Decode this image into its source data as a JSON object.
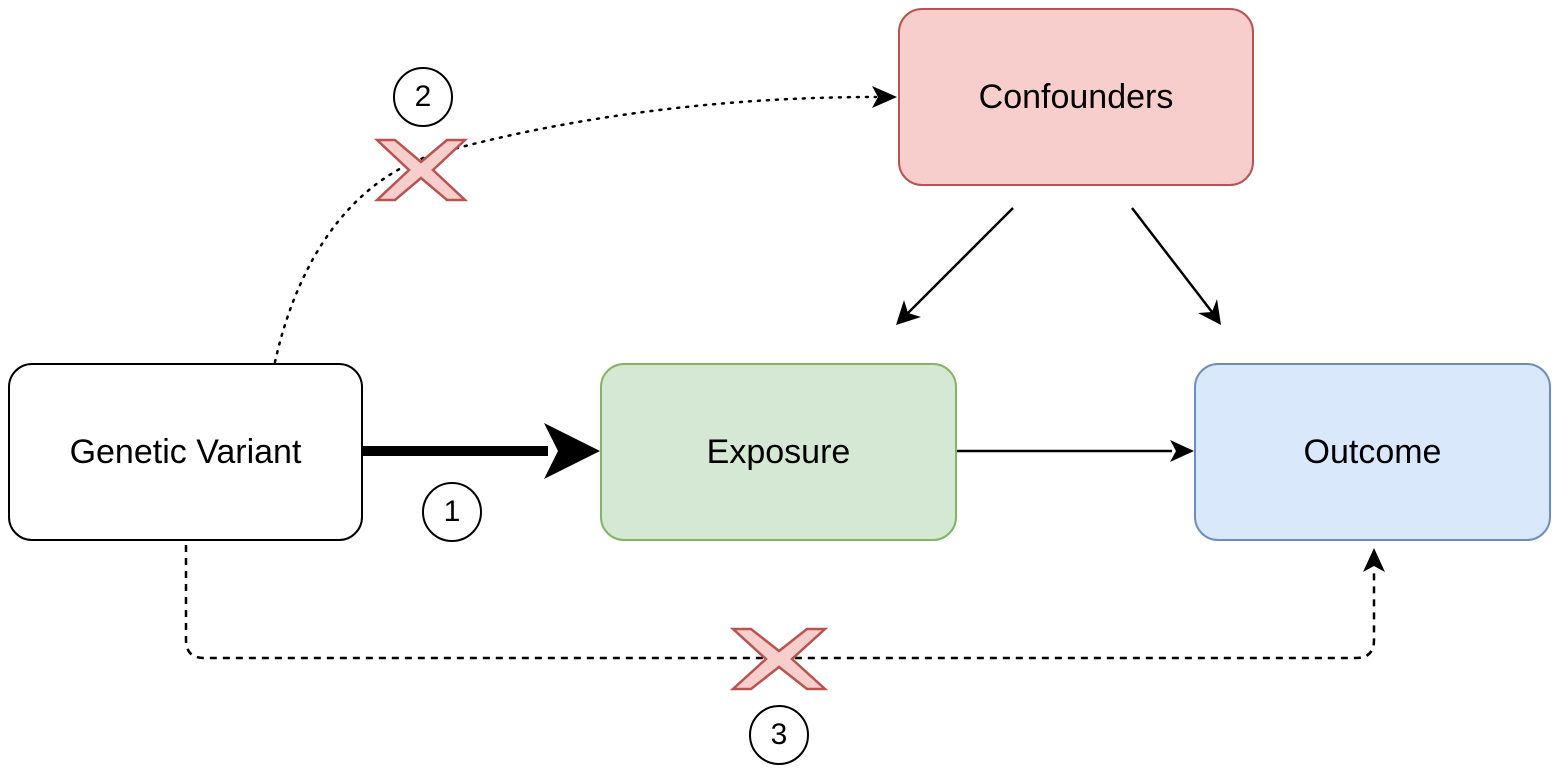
{
  "nodes": {
    "genetic_variant": "Genetic Variant",
    "exposure": "Exposure",
    "outcome": "Outcome",
    "confounders": "Confounders"
  },
  "paths": {
    "path_1_label": "1",
    "path_2_label": "2",
    "path_3_label": "3"
  },
  "colors": {
    "exposure_fill": "#d5e8d4",
    "exposure_border": "#82b366",
    "outcome_fill": "#dae8fc",
    "outcome_border": "#6c8ebf",
    "confounders_fill": "#f8cecc",
    "confounders_border": "#b85450",
    "cross_fill": "#f8cecc",
    "cross_border": "#b85450"
  },
  "icons": {
    "blocked_marker": "cross-icon"
  }
}
